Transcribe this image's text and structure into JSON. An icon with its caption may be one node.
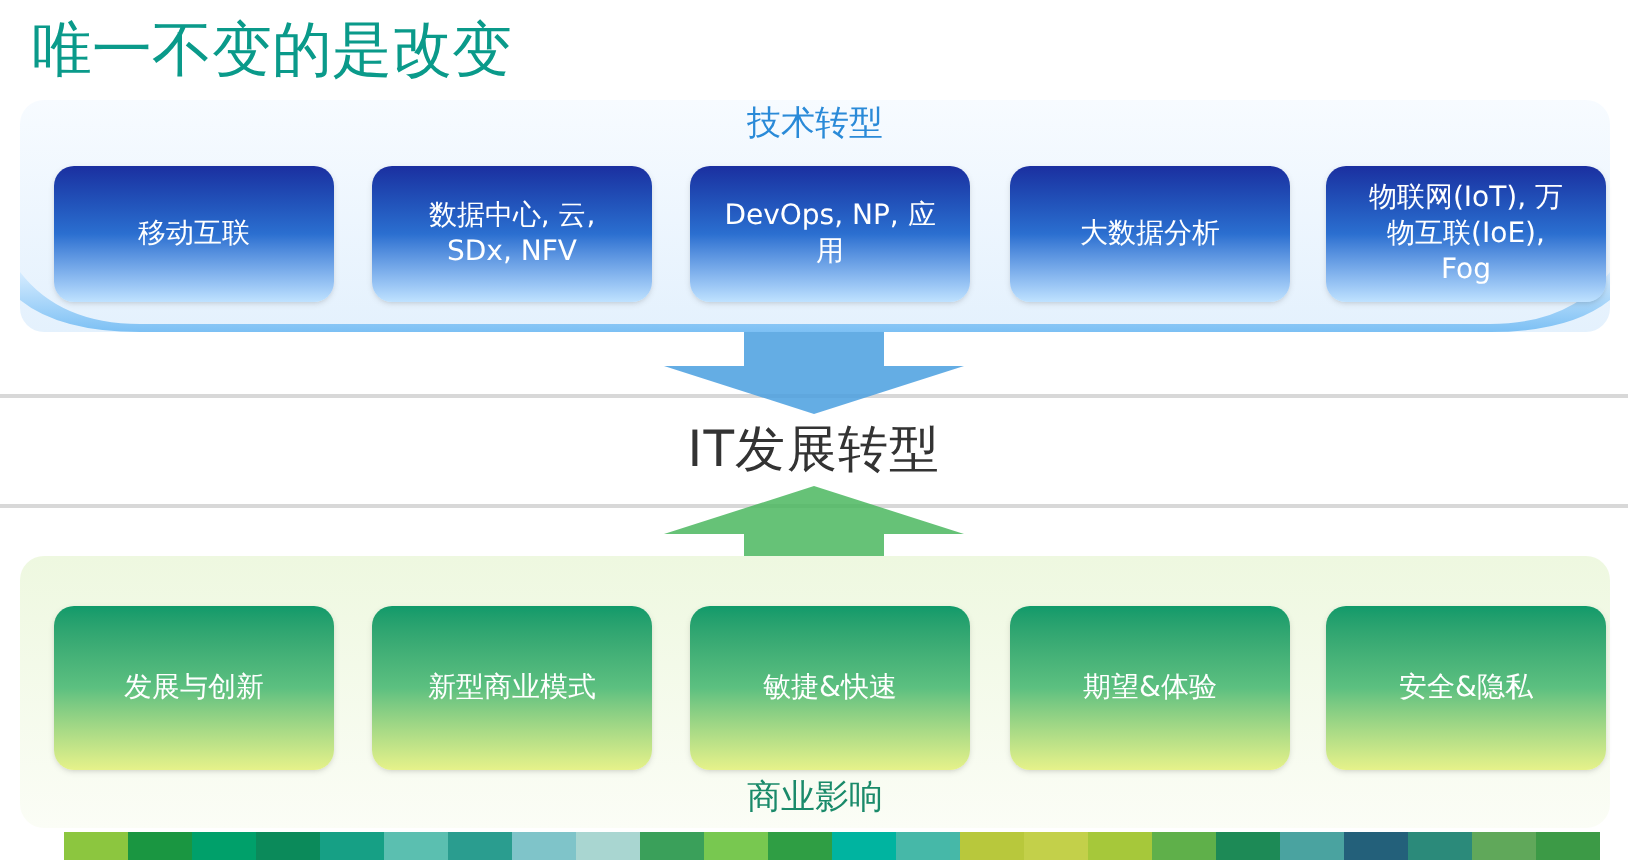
{
  "diagram": {
    "title": "唯一不变的是改变",
    "nodes": [
      {
        "text": [
          "技术转型"
        ]
      },
      {
        "text": [
          "移动互联"
        ],
        "in": 0
      },
      {
        "text": [
          "数据中心, 云, SDx, NFV"
        ],
        "in": 0
      },
      {
        "text": [
          "DevOps, NP, 应用"
        ],
        "in": 0
      },
      {
        "text": [
          "大数据分析"
        ],
        "in": 0
      },
      {
        "text": [
          "物联网(IoT), 万物互联(IoE), Fog"
        ],
        "in": 0
      },
      {
        "text": [
          "IT发展转型"
        ]
      },
      {
        "text": [
          "商业影响"
        ]
      },
      {
        "text": [
          "发展与创新"
        ],
        "in": 7
      },
      {
        "text": [
          "新型商业模式"
        ],
        "in": 7
      },
      {
        "text": [
          "敏捷&快速"
        ],
        "in": 7
      },
      {
        "text": [
          "期望&体验"
        ],
        "in": 7
      },
      {
        "text": [
          "安全&隐私"
        ],
        "in": 7
      }
    ],
    "edges": [
      {
        "from": 0,
        "to": 6,
        "arrow": "to",
        "color": "#4a9fe0"
      },
      {
        "from": 7,
        "to": 6,
        "arrow": "to",
        "color": "#4cb860"
      }
    ]
  }
}
